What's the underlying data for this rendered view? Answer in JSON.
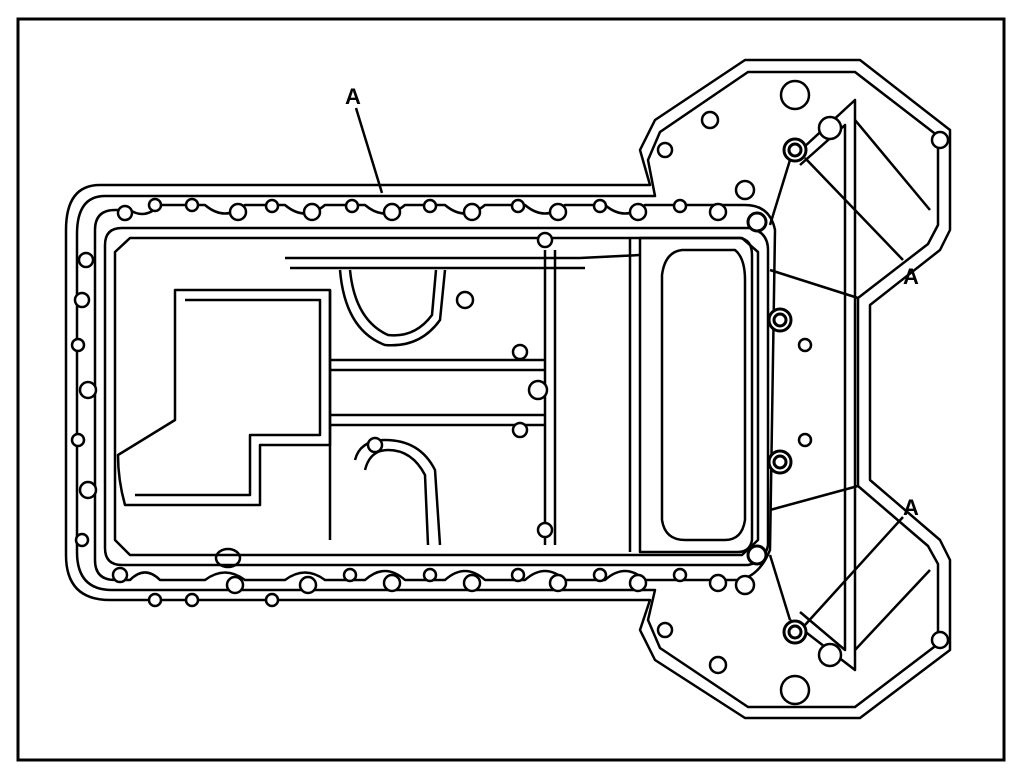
{
  "diagram": {
    "callouts": [
      {
        "id": "top",
        "text": "A"
      },
      {
        "id": "right-upper",
        "text": "A"
      },
      {
        "id": "right-lower",
        "text": "A"
      }
    ],
    "colors": {
      "line": "#000000",
      "background": "#ffffff"
    }
  }
}
